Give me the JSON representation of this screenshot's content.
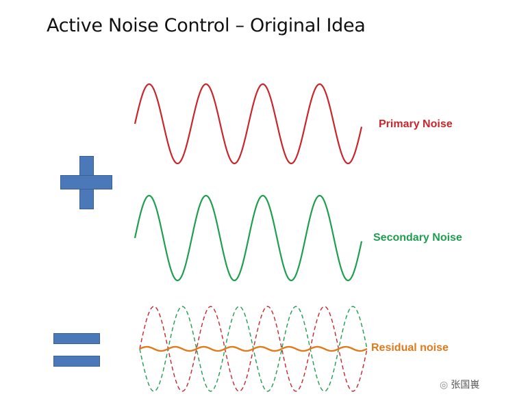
{
  "title": "Active Noise Control – Original Idea",
  "labels": {
    "primary": "Primary Noise",
    "secondary": "Secondary Noise",
    "residual": "Residual noise"
  },
  "watermark": {
    "icon": "wechat-icon",
    "text": "张国嵔"
  },
  "colors": {
    "primary": "#c8262c",
    "secondary": "#1e9e4e",
    "residual": "#e07a1a",
    "operator": "#4a78b8"
  },
  "icons": {
    "plus": "plus-sign-icon",
    "equals": "equals-sign-icon"
  }
}
